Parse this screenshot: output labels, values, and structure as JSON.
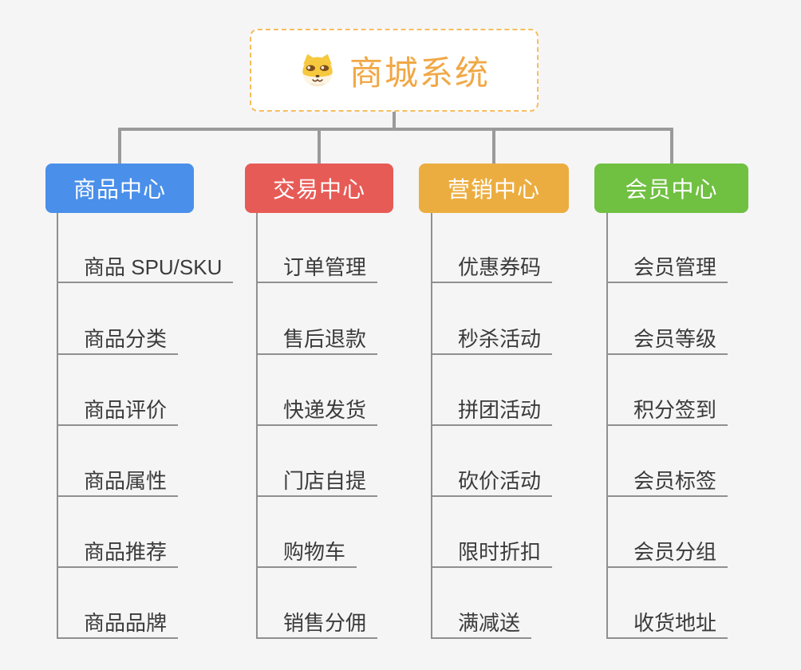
{
  "canvas": {
    "background": "#f5f5f6"
  },
  "root": {
    "title": "商城系统",
    "title_color": "#F0A846",
    "border_color": "#F6BE5E",
    "icon": "shiba-dog-icon"
  },
  "connector_color": "#9A9A9A",
  "branches": [
    {
      "id": "product-center",
      "label": "商品中心",
      "color": "#4A8FEA",
      "items": [
        "商品 SPU/SKU",
        "商品分类",
        "商品评价",
        "商品属性",
        "商品推荐",
        "商品品牌"
      ]
    },
    {
      "id": "trade-center",
      "label": "交易中心",
      "color": "#E75B56",
      "items": [
        "订单管理",
        "售后退款",
        "快递发货",
        "门店自提",
        "购物车",
        "销售分佣"
      ]
    },
    {
      "id": "marketing-center",
      "label": "营销中心",
      "color": "#ECAD40",
      "items": [
        "优惠券码",
        "秒杀活动",
        "拼团活动",
        "砍价活动",
        "限时折扣",
        "满减送"
      ]
    },
    {
      "id": "member-center",
      "label": "会员中心",
      "color": "#70C042",
      "items": [
        "会员管理",
        "会员等级",
        "积分签到",
        "会员标签",
        "会员分组",
        "收货地址"
      ]
    }
  ]
}
